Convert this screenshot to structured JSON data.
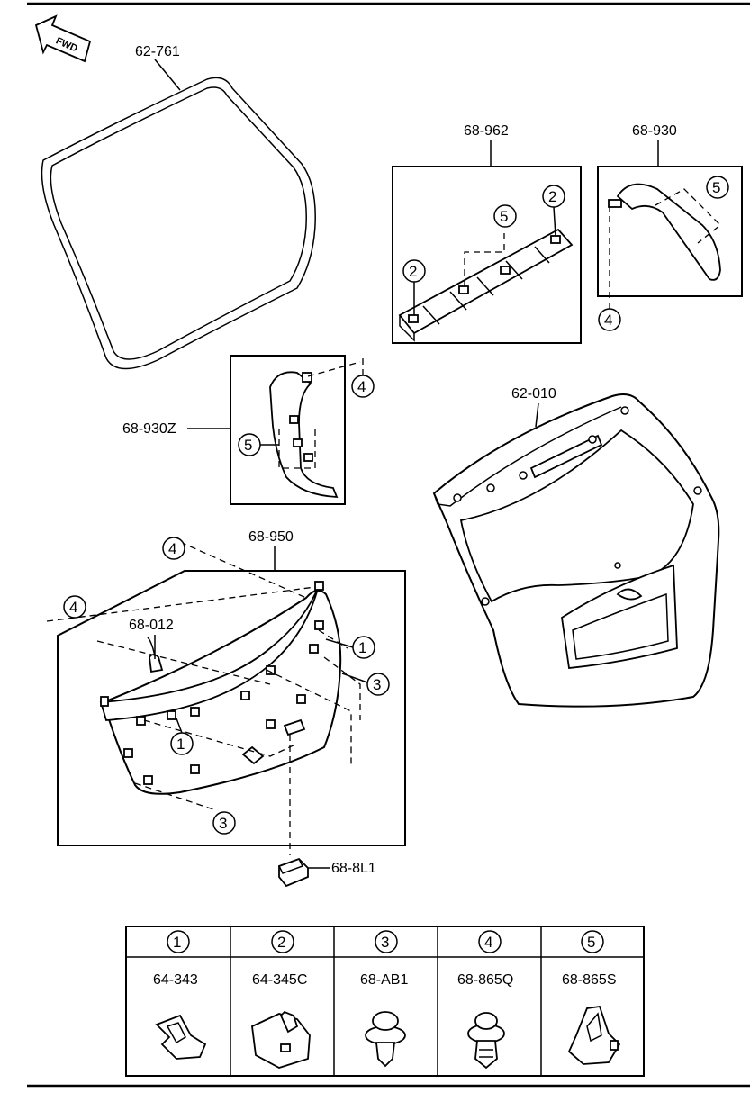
{
  "direction": {
    "label": "FWD"
  },
  "parts": {
    "weatherstrip": "62-761",
    "spoiler_trim": "68-962",
    "side_trim": "68-930",
    "side_trim_inner": "68-930Z",
    "liftgate": "62-010",
    "liftgate_trim": "68-950",
    "grommet": "68-012",
    "lamp": "68-8L1"
  },
  "callouts": [
    "1",
    "2",
    "3",
    "4",
    "5"
  ],
  "legend": {
    "items": [
      {
        "num": "1",
        "part": "64-343"
      },
      {
        "num": "2",
        "part": "64-345C"
      },
      {
        "num": "3",
        "part": "68-AB1"
      },
      {
        "num": "4",
        "part": "68-865Q"
      },
      {
        "num": "5",
        "part": "68-865S"
      }
    ]
  }
}
